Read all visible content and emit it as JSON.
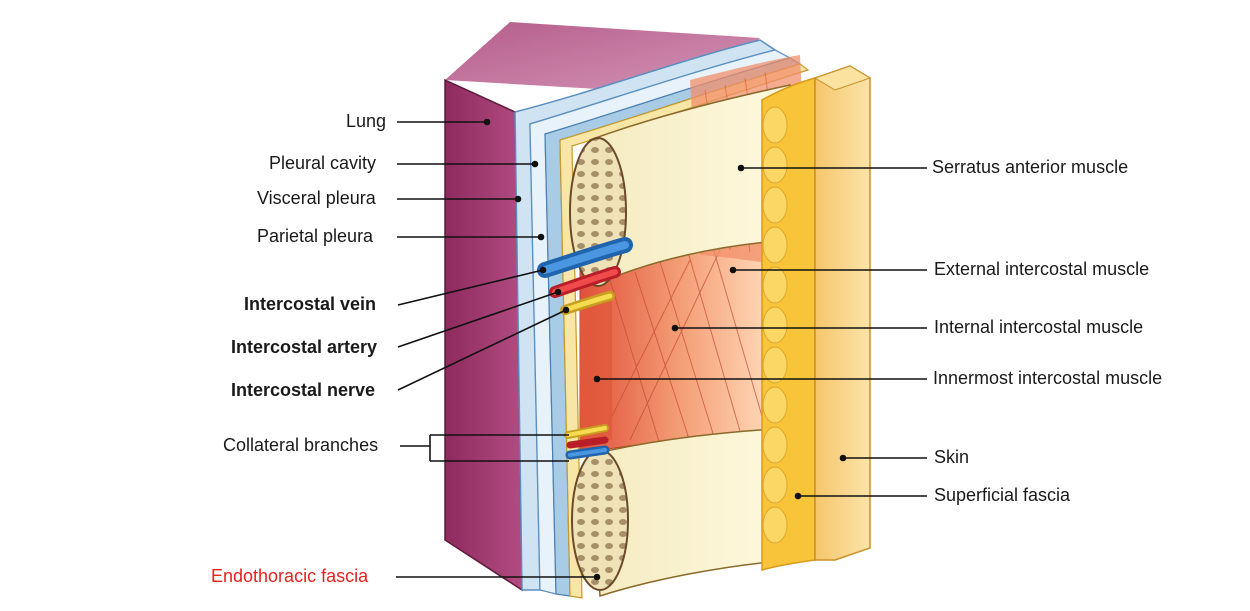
{
  "left_labels": {
    "lung": "Lung",
    "pleural_cavity": "Pleural cavity",
    "visceral_pleura": "Visceral pleura",
    "parietal_pleura": "Parietal pleura",
    "intercostal_vein": "Intercostal vein",
    "intercostal_artery": "Intercostal artery",
    "intercostal_nerve": "Intercostal nerve",
    "collateral_branches": "Collateral branches",
    "endothoracic_fascia": "Endothoracic fascia"
  },
  "right_labels": {
    "serratus_anterior": "Serratus anterior muscle",
    "external_intercostal": "External intercostal muscle",
    "internal_intercostal": "Internal intercostal muscle",
    "innermost_intercostal": "Innermost intercostal muscle",
    "skin": "Skin",
    "superficial_fascia": "Superficial fascia"
  },
  "colors": {
    "lung": "#a2386e",
    "lung_top": "#c06a96",
    "pleura": "#9cc3e0",
    "rib": "#f7f0cc",
    "muscle": "#f08a5d",
    "fat": "#f7c83c",
    "skin": "#f8d890",
    "vein": "#2f7fcf",
    "artery": "#e2303a",
    "nerve": "#f3d23a",
    "highlight_label": "#e8211d"
  }
}
